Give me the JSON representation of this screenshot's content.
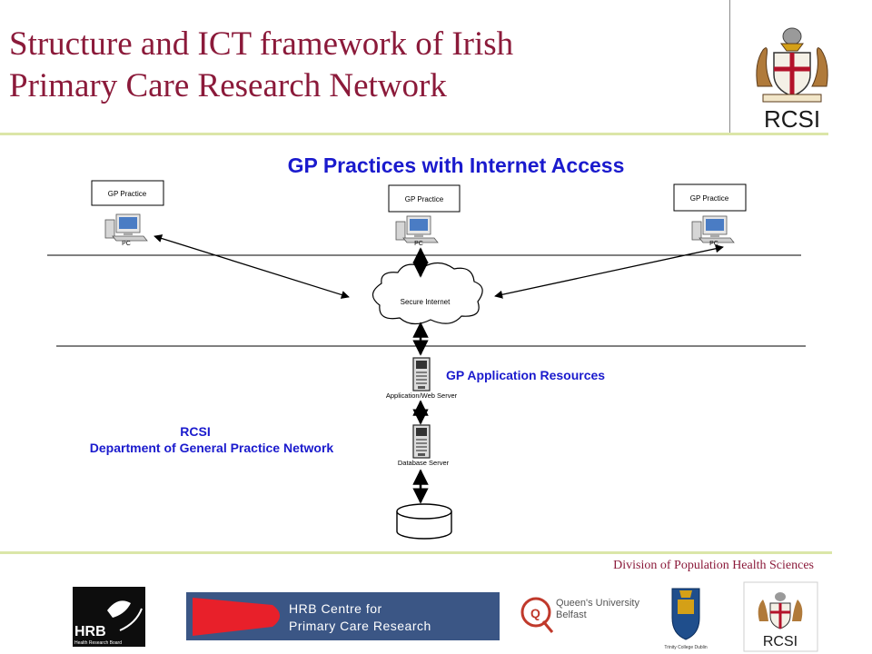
{
  "slide": {
    "title_line1": "Structure and ICT framework of Irish",
    "title_line2": "Primary Care Research Network",
    "footer": "Division of Population Health Sciences"
  },
  "diagram": {
    "heading": "GP Practices with Internet Access",
    "practice_label": "GP Practice",
    "pc_label": "PC",
    "cloud_label": "Secure Internet",
    "resources_label": "GP Application Resources",
    "app_server_label": "Application/Web Server",
    "db_server_label": "Database Server",
    "rcsi_label": "RCSI",
    "network_label": "Department of General Practice Network"
  },
  "logos": {
    "rcsi_text": "RCSI",
    "hrb_text": "HRB",
    "hrb_sub": "Health Research Board",
    "hrb_centre_line1": "HRB Centre for",
    "hrb_centre_line2": "Primary Care Research",
    "queens_line1": "Queen's University",
    "queens_line2": "Belfast",
    "queens_mark": "Q",
    "trinity": "Trinity College Dublin"
  },
  "colors": {
    "title": "#8b1a3a",
    "diagram_blue": "#1a1acd",
    "separator": "#dbe6a8",
    "hrb_banner": "#3b5685",
    "hrb_red": "#e8202a",
    "queens_red": "#c0392b"
  }
}
